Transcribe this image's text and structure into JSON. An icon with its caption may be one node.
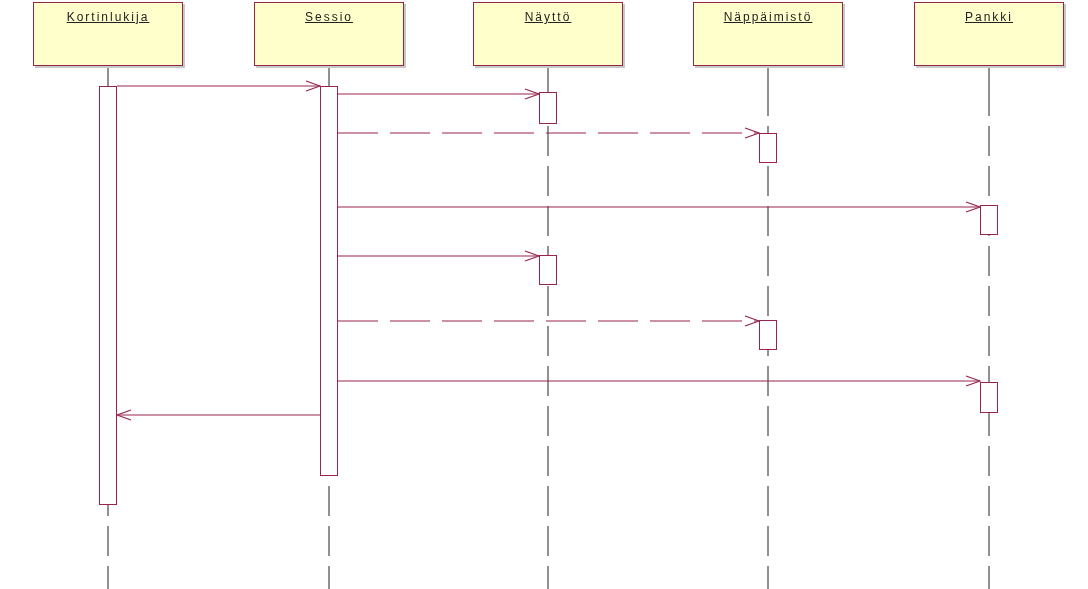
{
  "diagram": {
    "nodes": [
      {
        "text": [
          "Kortinlukija"
        ]
      },
      {
        "text": [
          "Sessio"
        ]
      },
      {
        "text": [
          "Näyttö"
        ]
      },
      {
        "text": [
          "Näppäimistö"
        ]
      },
      {
        "text": [
          "Pankki"
        ]
      },
      {
        "text": [],
        "shape": "bar"
      },
      {
        "text": [],
        "shape": "bar"
      },
      {
        "text": [],
        "shape": "bar"
      },
      {
        "text": [],
        "shape": "bar"
      },
      {
        "text": [],
        "shape": "bar"
      },
      {
        "text": [],
        "shape": "bar"
      },
      {
        "text": [],
        "shape": "bar"
      },
      {
        "text": [],
        "shape": "bar"
      }
    ],
    "edges": [
      {
        "from": 5,
        "to": 6,
        "arrow": "to"
      },
      {
        "from": 6,
        "to": 7,
        "arrow": "to"
      },
      {
        "from": 6,
        "to": 8,
        "arrow": "to",
        "style": "dashed"
      },
      {
        "from": 6,
        "to": 9,
        "arrow": "to"
      },
      {
        "from": 6,
        "to": 10,
        "arrow": "to"
      },
      {
        "from": 6,
        "to": 11,
        "arrow": "to",
        "style": "dashed"
      },
      {
        "from": 6,
        "to": 12,
        "arrow": "to"
      },
      {
        "from": 6,
        "to": 5,
        "arrow": "to"
      }
    ]
  }
}
